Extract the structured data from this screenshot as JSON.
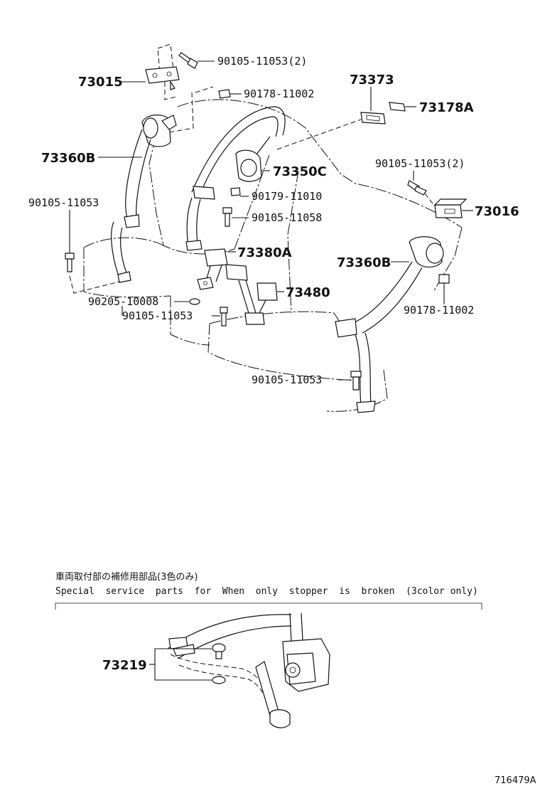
{
  "figure_id": "716479A",
  "callouts": {
    "c73015": "73015",
    "c90105_11053_2_top": "90105-11053(2)",
    "c90178_11002_top": "90178-11002",
    "c73373": "73373",
    "c73178A": "73178A",
    "c73360B_left": "73360B",
    "c73350C": "73350C",
    "c90105_11053_2_right": "90105-11053(2)",
    "c90179_11010": "90179-11010",
    "c90105_11053_left": "90105-11053",
    "c90105_11058": "90105-11058",
    "c73016": "73016",
    "c73380A": "73380A",
    "c73360B_right": "73360B",
    "c73480": "73480",
    "c90205_10008": "90205-10008",
    "c90105_11053_center": "90105-11053",
    "c90178_11002_right": "90178-11002",
    "c90105_11053_bottom": "90105-11053",
    "c73219": "73219"
  },
  "special_note": {
    "japanese": "車両取付部の補修用部品(3色のみ)",
    "english": "Special  service  parts  for  When  only  stopper  is  broken  (3color only)"
  }
}
